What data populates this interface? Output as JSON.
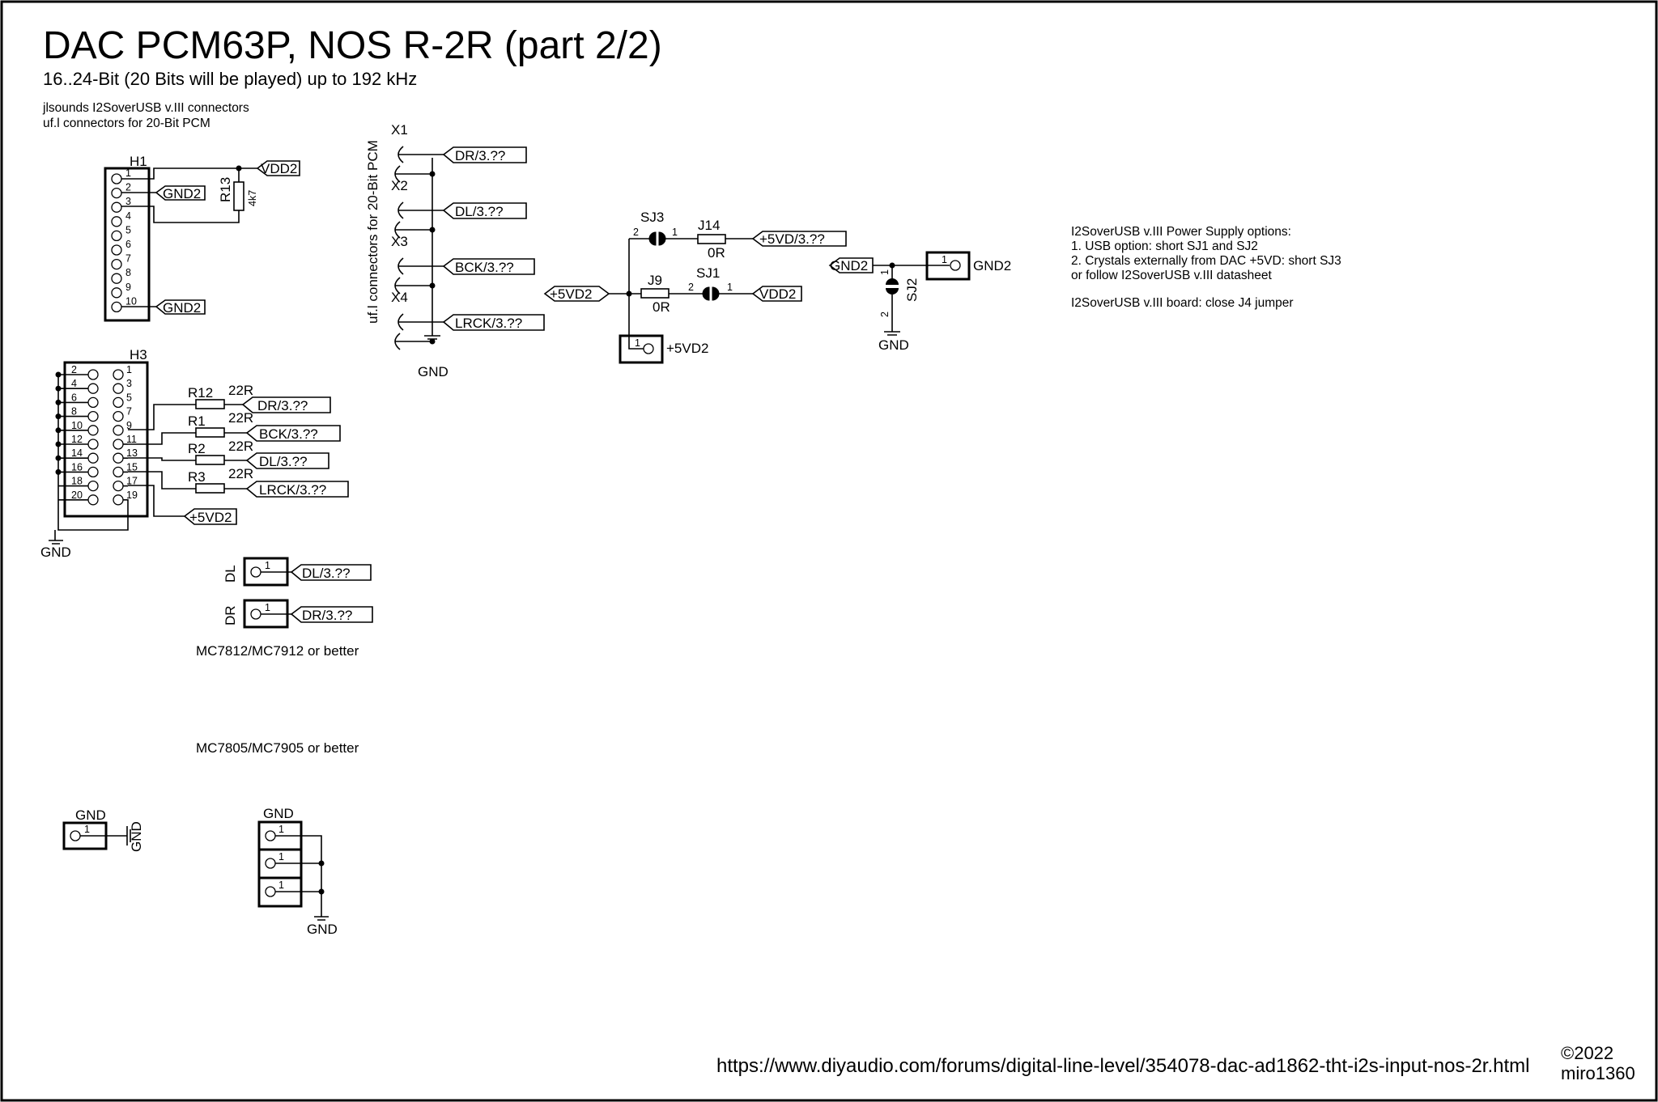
{
  "title": "DAC PCM63P, NOS R-2R (part 2/2)",
  "subtitle": "16..24-Bit (20 Bits will be played) up to 192 kHz",
  "notes": {
    "connectors_line1": "jlsounds I2SoverUSB v.III connectors",
    "connectors_line2": "uf.l connectors for 20-Bit PCM",
    "ufl_vertical": "uf.l connectors for 20-Bit PCM",
    "power_title": "I2SoverUSB v.III Power Supply options:",
    "power_opt1": "1. USB option: short SJ1 and SJ2",
    "power_opt2": "2. Crystals externally from DAC +5VD: short SJ3",
    "power_opt3": "or follow I2SoverUSB v.III datasheet",
    "power_board": "I2SoverUSB v.III board: close J4 jumper",
    "reg1": "MC7812/MC7912 or better",
    "reg2": "MC7805/MC7905 or better"
  },
  "refs": {
    "h1": "H1",
    "h3": "H3",
    "r13": "R13",
    "r13_val": "4k7",
    "r12": "R12",
    "r1": "R1",
    "r2": "R2",
    "r3": "R3",
    "r_val": "22R",
    "x1": "X1",
    "x2": "X2",
    "x3": "X3",
    "x4": "X4",
    "sj3": "SJ3",
    "sj1": "SJ1",
    "sj2": "SJ2",
    "j14": "J14",
    "j9": "J9",
    "j_val": "0R",
    "dl": "DL",
    "dr": "DR",
    "gnd": "GND"
  },
  "nets": {
    "vdd2": "VDD2",
    "gnd2": "GND2",
    "gnd": "GND",
    "p5vd2": "+5VD2",
    "p5vd3": "+5VD/3.??",
    "dr": "DR/3.??",
    "dl": "DL/3.??",
    "bck": "BCK/3.??",
    "lrck": "LRCK/3.??"
  },
  "pins": {
    "h1": [
      "1",
      "2",
      "3",
      "4",
      "5",
      "6",
      "7",
      "8",
      "9",
      "10"
    ],
    "h3_left": [
      "2",
      "4",
      "6",
      "8",
      "10",
      "12",
      "14",
      "16",
      "18",
      "20"
    ],
    "h3_right": [
      "1",
      "3",
      "5",
      "7",
      "9",
      "11",
      "13",
      "15",
      "17",
      "19"
    ],
    "one": "1",
    "two": "2"
  },
  "footer": {
    "url": "https://www.diyaudio.com/forums/digital-line-level/354078-dac-ad1862-tht-i2s-input-nos-2r.html",
    "copyright": "©2022",
    "author": "miro1360"
  }
}
